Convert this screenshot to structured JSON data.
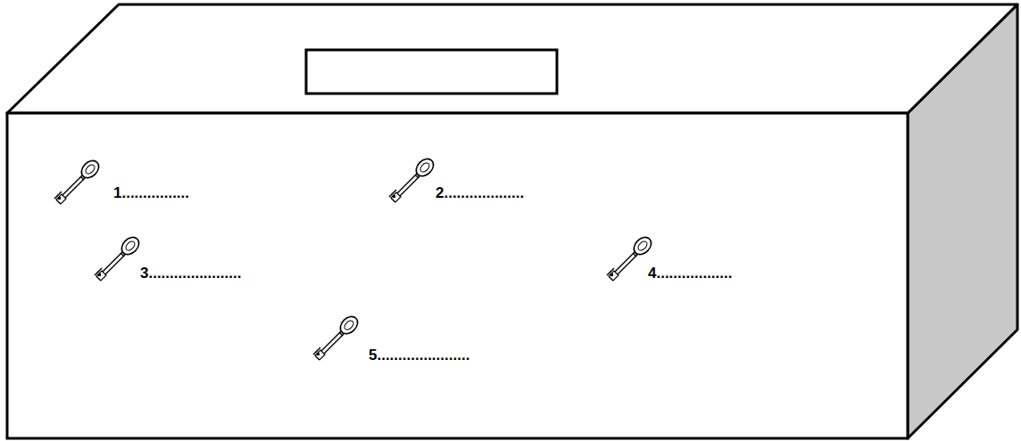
{
  "diagram": {
    "labels": [
      "1................",
      "2...................",
      "3......................",
      "4..................",
      "5......................"
    ]
  }
}
